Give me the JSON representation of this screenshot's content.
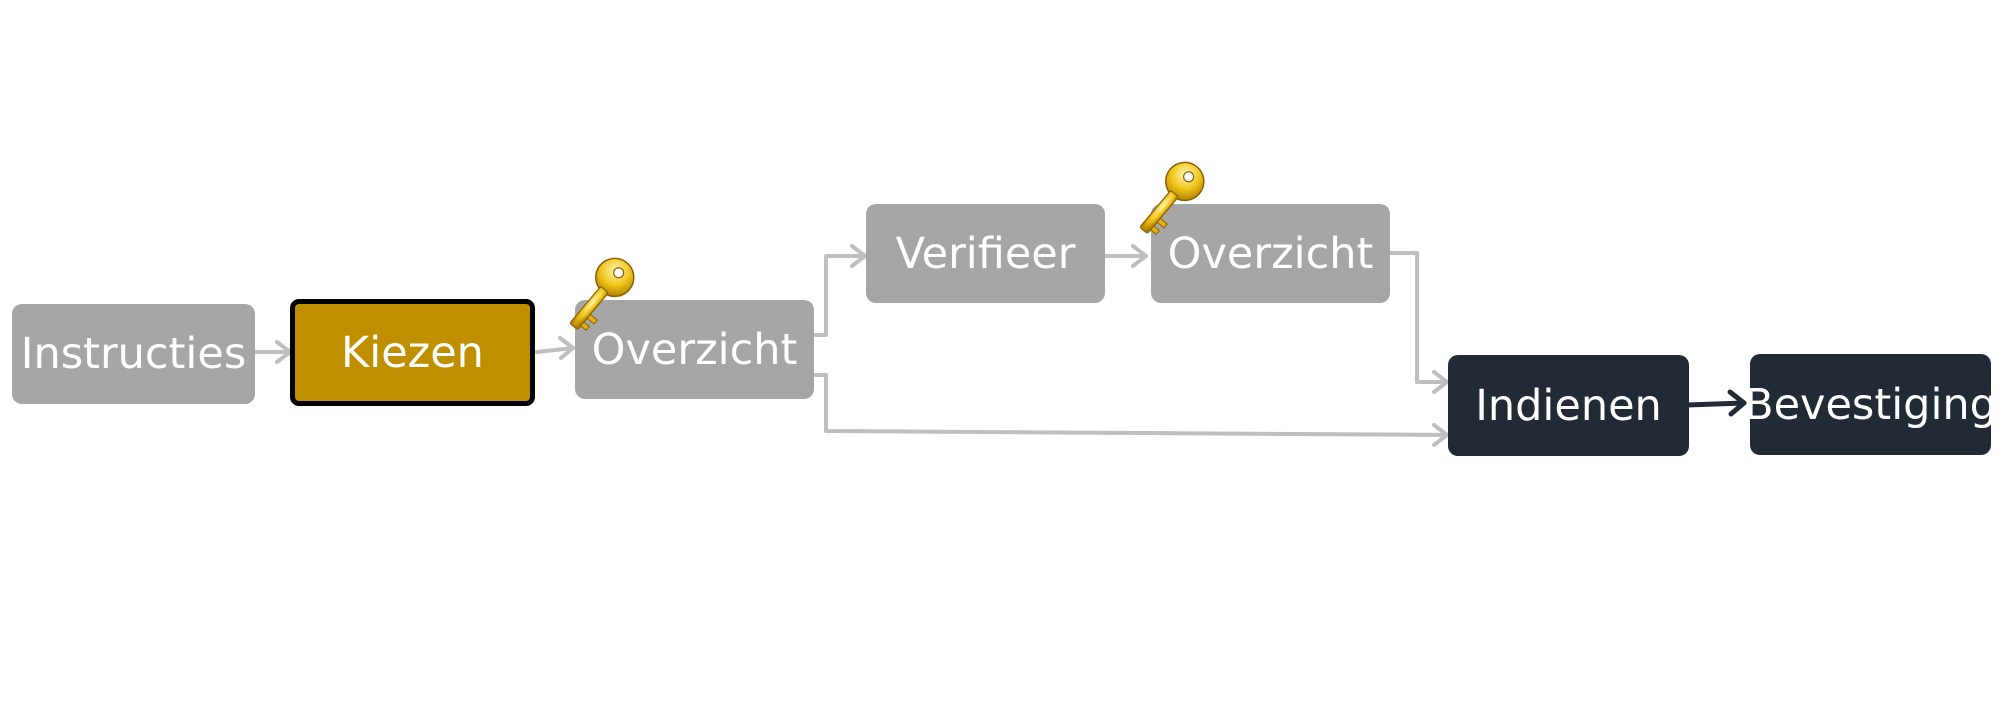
{
  "steps": {
    "instructies": "Instructies",
    "kiezen": "Kiezen",
    "overzicht_1": "Overzicht",
    "verifieer": "Verifieer",
    "overzicht_2": "Overzicht",
    "indienen": "Indienen",
    "bevestiging": "Bevestiging"
  },
  "icons": {
    "key_1": "key-icon",
    "key_2": "key-icon"
  },
  "colors": {
    "step_default": "#a6a6a6",
    "step_current": "#bf8f00",
    "step_final": "#222a35",
    "connector_gray": "#bfbfbf",
    "connector_dark": "#222a35",
    "text": "#ffffff"
  }
}
